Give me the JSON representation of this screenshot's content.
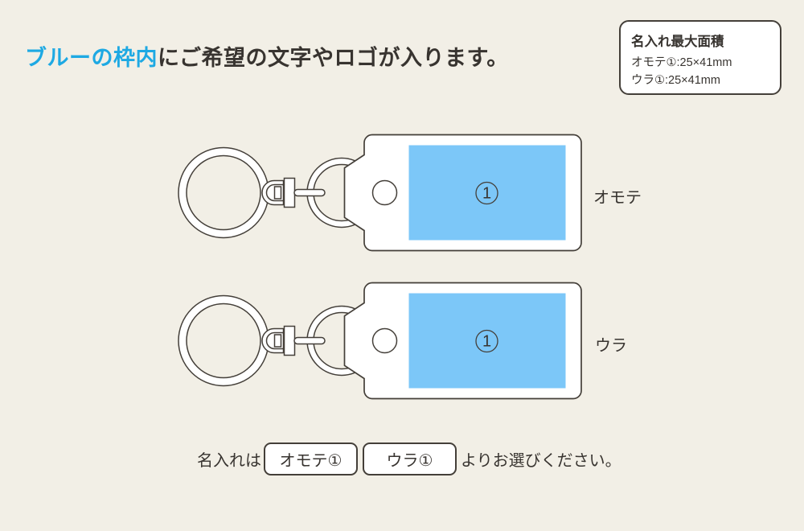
{
  "page": {
    "background_color": "#f2efe6",
    "outline_color": "#443f39",
    "text_color": "#383430",
    "accent_blue": "#1ea9e3",
    "print_area_blue": "#7cc7f8"
  },
  "heading": {
    "highlight": "ブルーの枠内",
    "rest": "にご希望の文字やロゴが入ります。"
  },
  "info_box": {
    "title": "名入れ最大面積",
    "lines": [
      "オモテ①:25×41mm",
      "ウラ①:25×41mm"
    ]
  },
  "keychains": [
    {
      "label": "オモテ",
      "area_number": "1"
    },
    {
      "label": "ウラ",
      "area_number": "1"
    }
  ],
  "footer": {
    "prefix": "名入れは",
    "options": [
      "オモテ①",
      "ウラ①"
    ],
    "suffix": "よりお選びください。"
  }
}
